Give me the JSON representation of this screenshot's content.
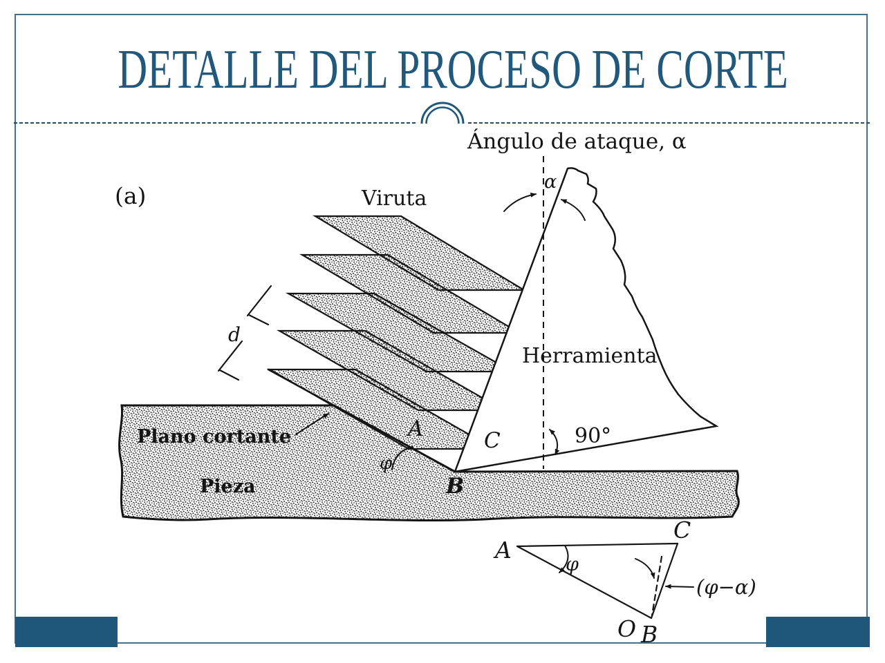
{
  "slide": {
    "title": "DETALLE DEL PROCESO DE CORTE",
    "theme": {
      "accent": "#1f587a",
      "border": "#46718e",
      "separator": "#24496b",
      "ink": "#151515",
      "background": "#ffffff"
    }
  },
  "diagram": {
    "figure_label": "(a)",
    "labels": {
      "attack_angle": "Ángulo de ataque, α",
      "alpha": "α",
      "chip": "Viruta",
      "depth": "d",
      "tool": "Herramienta",
      "shear_plane": "Plano cortante",
      "workpiece": "Pieza",
      "point_a": "A",
      "point_b": "B",
      "point_c": "C",
      "phi": "φ",
      "right_angle": "90°"
    },
    "inset": {
      "point_a": "A",
      "point_b": "B",
      "point_c": "C",
      "point_o": "O",
      "phi": "φ",
      "phi_minus_alpha": "(φ−α)"
    }
  }
}
